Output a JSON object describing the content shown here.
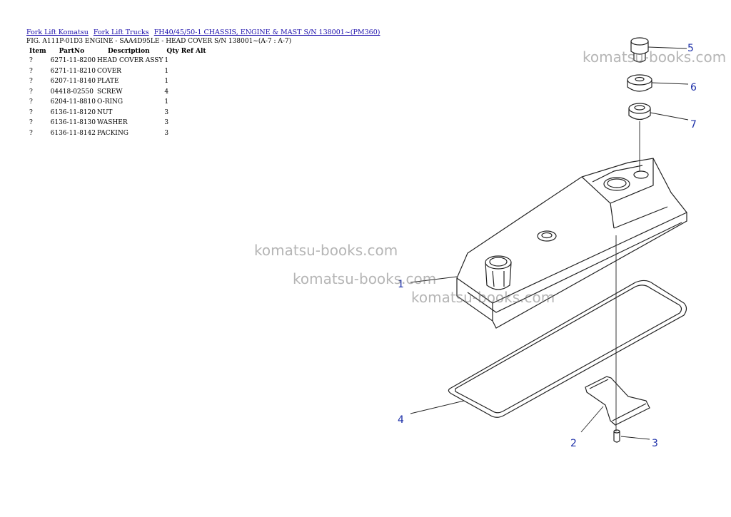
{
  "breadcrumb": [
    "Fork Lift Komatsu",
    "Fork Lift Trucks",
    "FH40/45/50-1 CHASSIS, ENGINE & MAST S/N 138001~(PM360)"
  ],
  "figure_title": "FIG. A111P-01D3 ENGINE - SAA4D95LE - HEAD COVER S/N 138001~(A-7 : A-7)",
  "table": {
    "headers": [
      "Item",
      "PartNo",
      "Description",
      "Qty",
      "Ref",
      "Alt"
    ],
    "rows": [
      {
        "item": "?",
        "partno": "6271-11-8200",
        "description": "HEAD COVER ASSY",
        "qty": "1"
      },
      {
        "item": "?",
        "partno": "6271-11-8210",
        "description": "COVER",
        "qty": "1"
      },
      {
        "item": "?",
        "partno": "6207-11-8140",
        "description": "PLATE",
        "qty": "1"
      },
      {
        "item": "?",
        "partno": "04418-02550",
        "description": "SCREW",
        "qty": "4"
      },
      {
        "item": "?",
        "partno": "6204-11-8810",
        "description": "O-RING",
        "qty": "1"
      },
      {
        "item": "?",
        "partno": "6136-11-8120",
        "description": "NUT",
        "qty": "3"
      },
      {
        "item": "?",
        "partno": "6136-11-8130",
        "description": "WASHER",
        "qty": "3"
      },
      {
        "item": "?",
        "partno": "6136-11-8142",
        "description": "PACKING",
        "qty": "3"
      }
    ]
  },
  "watermark": "komatsu-books.com",
  "callouts": [
    "1",
    "2",
    "3",
    "4",
    "5",
    "6",
    "7"
  ],
  "colors": {
    "link": "#1a0dab",
    "callout": "#1c2fa8",
    "watermark": "#8a8a8a"
  }
}
